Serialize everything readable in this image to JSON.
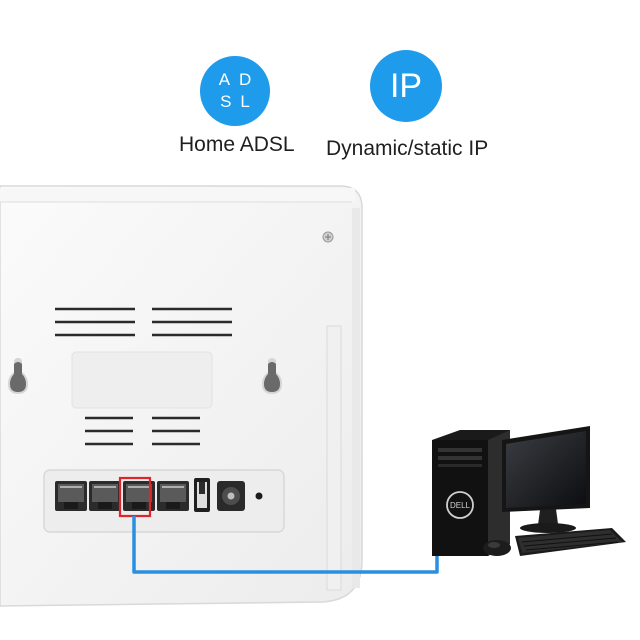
{
  "modes": [
    {
      "badge_lines": [
        "AD",
        "SL"
      ],
      "caption": "Home ADSL"
    },
    {
      "badge_lines": [
        "IP"
      ],
      "caption": "Dynamic/static IP"
    }
  ],
  "colors": {
    "badge": "#1e9bea",
    "cable": "#2a8fe0",
    "highlight": "#e0242a",
    "router_body": "#f4f4f4"
  },
  "router": {
    "ports": [
      "lan-port-1",
      "lan-port-2",
      "lan-port-3",
      "lan-port-4",
      "usb-port",
      "power-jack",
      "reset-hole"
    ],
    "highlighted_port": 3
  },
  "computer": {
    "tower_logo": "DELL"
  }
}
